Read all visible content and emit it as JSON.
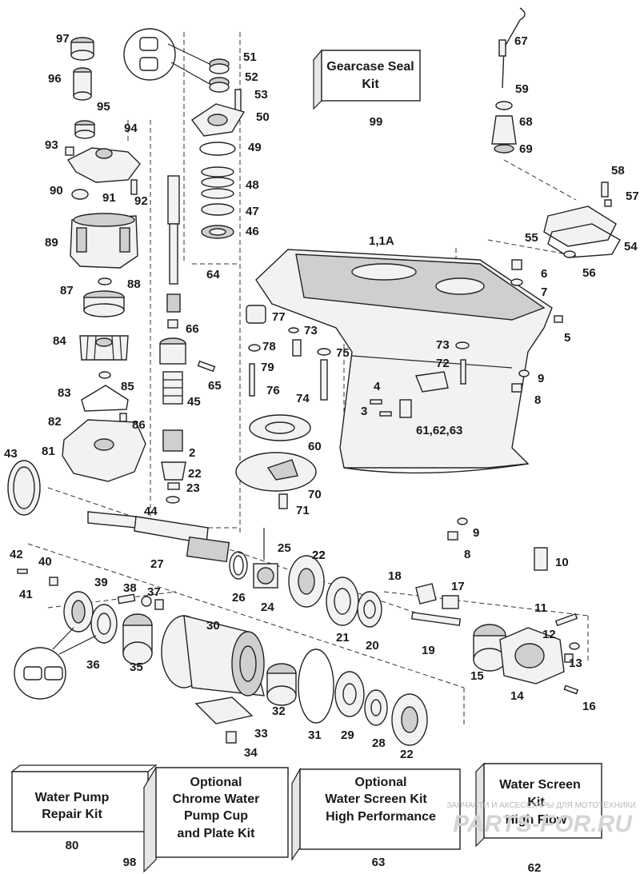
{
  "kits": {
    "gearcase_seal": {
      "line1": "Gearcase Seal",
      "line2": "Kit",
      "number": "99"
    },
    "water_pump_repair": {
      "line1": "Water Pump",
      "line2": "Repair Kit",
      "number": "80"
    },
    "chrome_water_pump": {
      "line1": "Optional",
      "line2": "Chrome Water",
      "line3": "Pump Cup",
      "line4": "and Plate Kit",
      "number": "98"
    },
    "water_screen_hp": {
      "line1": "Optional",
      "line2": "Water Screen Kit",
      "line3": "High Performance",
      "number": "63"
    },
    "water_screen_hf": {
      "line1": "Water Screen",
      "line2": "Kit",
      "line3": "High Flow",
      "number": "62"
    }
  },
  "callouts": [
    "97",
    "96",
    "95",
    "94",
    "93",
    "90",
    "91",
    "92",
    "89",
    "88",
    "87",
    "84",
    "85",
    "83",
    "82",
    "86",
    "81",
    "43",
    "44",
    "51",
    "52",
    "53",
    "50",
    "49",
    "48",
    "47",
    "46",
    "64",
    "66",
    "65",
    "45",
    "2",
    "23",
    "22",
    "27",
    "25",
    "22",
    "67",
    "59",
    "68",
    "69",
    "58",
    "57",
    "55",
    "54",
    "56",
    "1,1A",
    "6",
    "7",
    "5",
    "77",
    "73",
    "78",
    "75",
    "73",
    "72",
    "79",
    "76",
    "74",
    "4",
    "3",
    "61,62,63",
    "9",
    "8",
    "60",
    "70",
    "71",
    "9",
    "8",
    "10",
    "42",
    "40",
    "41",
    "39",
    "38",
    "37",
    "36",
    "35",
    "30",
    "26",
    "24",
    "22",
    "21",
    "20",
    "18",
    "17",
    "19",
    "15",
    "11",
    "12",
    "13",
    "14",
    "16",
    "32",
    "31",
    "29",
    "28",
    "22",
    "33",
    "34"
  ],
  "watermark": {
    "line1": "ЗАПЧАСТИ И АКСЕССУАРЫ ДЛЯ МОТОТЕХНИКИ",
    "line2": "PARTS-FOR.RU"
  }
}
